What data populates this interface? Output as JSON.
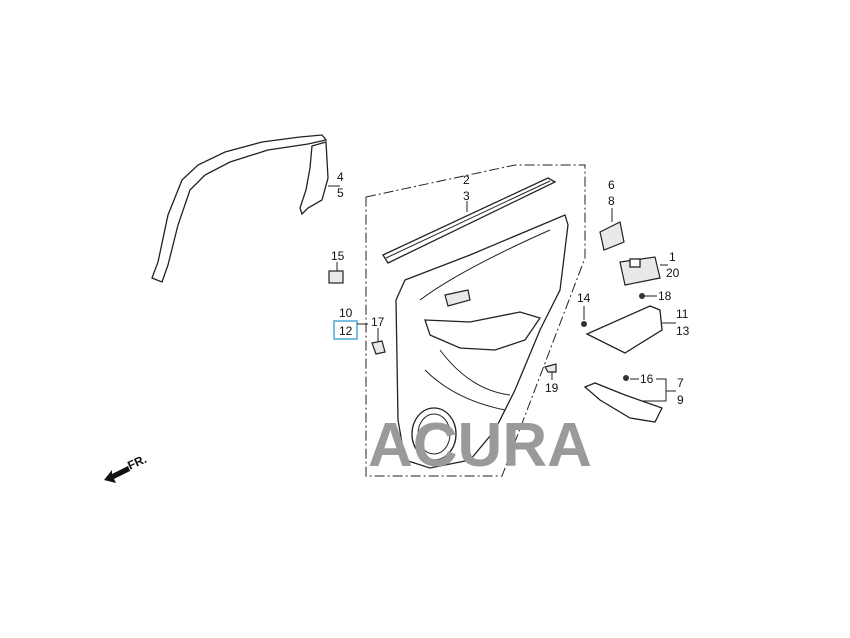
{
  "diagram": {
    "watermark": "ACURA",
    "front_indicator": "FR.",
    "highlight_color": "#4aa8d8",
    "callouts": {
      "c4": "4",
      "c5": "5",
      "c2": "2",
      "c3": "3",
      "c6": "6",
      "c8": "8",
      "c15": "15",
      "c1": "1",
      "c20": "20",
      "c18": "18",
      "c14": "14",
      "c10": "10",
      "c12": "12",
      "c17": "17",
      "c11": "11",
      "c13": "13",
      "c16": "16",
      "c7": "7",
      "c9": "9",
      "c19": "19"
    }
  }
}
